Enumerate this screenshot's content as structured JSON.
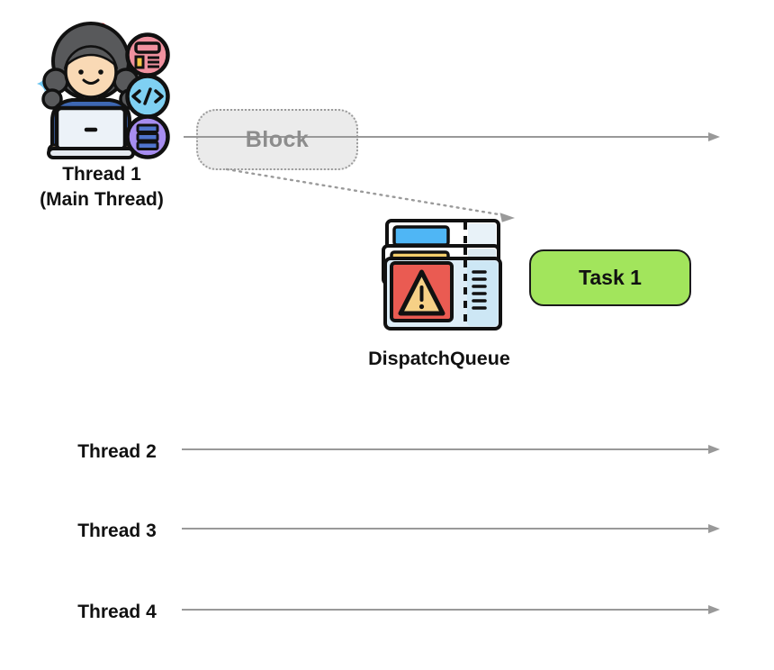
{
  "diagram": {
    "threads": [
      {
        "label": "Thread 1",
        "sublabel": "(Main Thread)"
      },
      {
        "label": "Thread 2"
      },
      {
        "label": "Thread 3"
      },
      {
        "label": "Thread 4"
      }
    ],
    "block_label": "Block",
    "queue_label": "DispatchQueue",
    "task_label": "Task 1"
  },
  "icons": {
    "avatar": "developer-woman-with-laptop",
    "avatar_badges": [
      "browser-window-icon",
      "code-icon",
      "server-stack-icon"
    ],
    "queue": "ticket-stack-warning-icon"
  },
  "colors": {
    "line": "#999999",
    "text": "#111111",
    "block_fill": "#ebebeb",
    "block_border": "#9b9b9b",
    "block_text": "#8d8d8d",
    "task_fill": "#a2e55c",
    "task_border": "#1a1a1a",
    "ticket_red": "#ea5b52",
    "ticket_blue": "#4fb6f5",
    "ticket_yellow": "#f6cf6b",
    "ticket_stub": "#cde7f5",
    "triangle_fill": "#f6d086"
  }
}
